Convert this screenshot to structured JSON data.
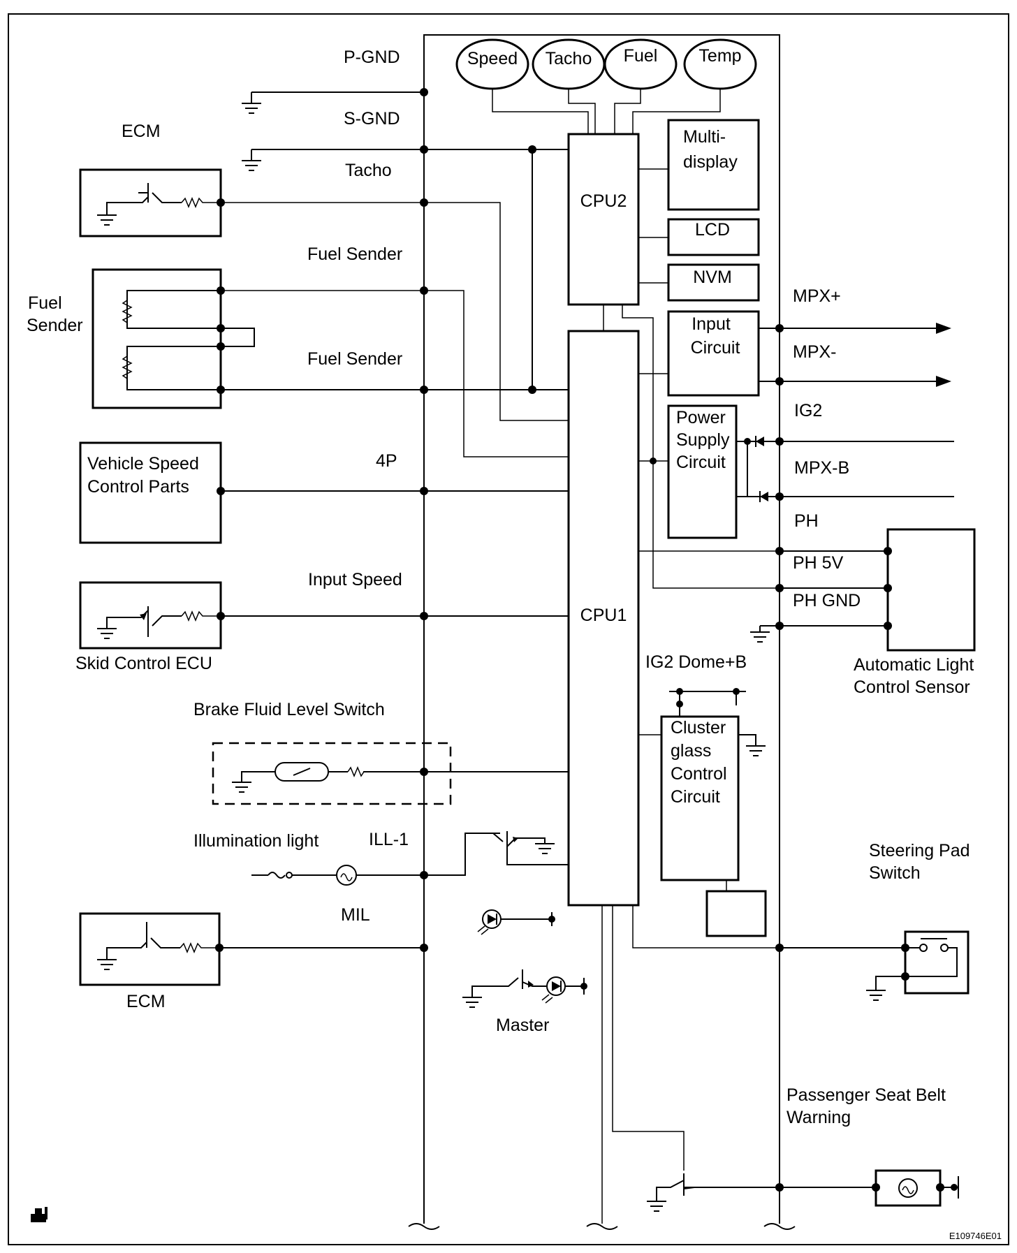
{
  "gauges": {
    "speed": "Speed",
    "tacho": "Tacho",
    "fuel": "Fuel",
    "temp": "Temp"
  },
  "blocks": {
    "multi_display_1": "Multi-",
    "multi_display_2": "display",
    "cpu2": "CPU2",
    "lcd": "LCD",
    "nvm": "NVM",
    "input_circuit_1": "Input",
    "input_circuit_2": "Circuit",
    "power_supply_1": "Power",
    "power_supply_2": "Supply",
    "power_supply_3": "Circuit",
    "cpu1": "CPU1",
    "cluster_1": "Cluster",
    "cluster_2": "glass",
    "cluster_3": "Control",
    "cluster_4": "Circuit"
  },
  "terminals": {
    "p_gnd": "P-GND",
    "s_gnd": "S-GND",
    "tacho": "Tacho",
    "fuel_sender_1": "Fuel Sender",
    "fuel_sender_2": "Fuel Sender",
    "four_p": "4P",
    "input_speed": "Input Speed",
    "ill_1": "ILL-1",
    "mpx_plus": "MPX+",
    "mpx_minus": "MPX-",
    "ig2": "IG2",
    "mpx_b": "MPX-B",
    "ph": "PH",
    "ph_5v": "PH 5V",
    "ph_gnd": "PH GND",
    "ig2_dome_b": "IG2 Dome+B"
  },
  "components": {
    "ecm_top": "ECM",
    "fuel_sender_1": "Fuel",
    "fuel_sender_2": "Sender",
    "vsc_1": "Vehicle Speed",
    "vsc_2": "Control Parts",
    "skid_ecu": "Skid Control ECU",
    "brake_fluid": "Brake Fluid Level Switch",
    "illumination": "Illumination light",
    "mil": "MIL",
    "ecm_bottom": "ECM",
    "master": "Master",
    "auto_light_1": "Automatic Light",
    "auto_light_2": "Control Sensor",
    "steering_1": "Steering Pad",
    "steering_2": "Switch",
    "seat_belt_1": "Passenger Seat Belt",
    "seat_belt_2": "Warning"
  },
  "footer": {
    "figure_code": "E109746E01"
  }
}
